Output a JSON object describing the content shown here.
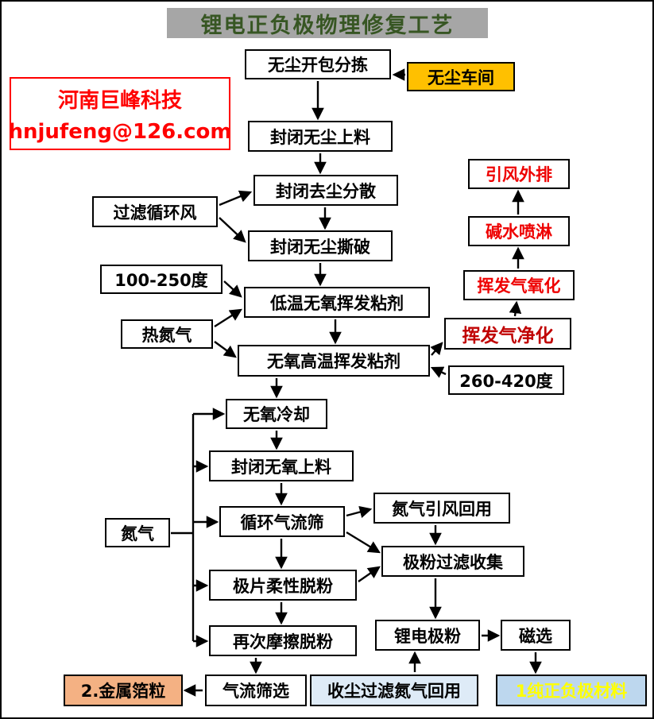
{
  "title": "锂电正负极物理修复工艺",
  "company": {
    "name": "河南巨峰科技",
    "email": "hnjufeng@126.com"
  },
  "colors": {
    "title_bg": "#a6a6a6",
    "title_text": "#375623",
    "company_red": "#ff0000",
    "red_text": "#ee0000",
    "dark_red_text": "#c00000",
    "workshop_fill": "#ffc000",
    "metal_foil_fill": "#f4b183",
    "dust_reuse_fill": "#deebf7",
    "pure_material_fill": "#bdd7ee",
    "pure_material_text": "#ffff00"
  },
  "nodes": {
    "dust_free_workshop": {
      "label": "无尘车间"
    },
    "unpack_sort": {
      "label": "无尘开包分拣"
    },
    "sealed_feeding": {
      "label": "封闭无尘上料"
    },
    "sealed_dust_dispersion": {
      "label": "封闭去尘分散"
    },
    "sealed_tearing": {
      "label": "封闭无尘撕破"
    },
    "filtered_circulating_air": {
      "label": "过滤循环风"
    },
    "temp_100_250": {
      "label": "100-250度"
    },
    "low_temp_volatilize": {
      "label": "低温无氧挥发粘剂"
    },
    "hot_nitrogen": {
      "label": "热氮气"
    },
    "high_temp_volatilize": {
      "label": "无氧高温挥发粘剂"
    },
    "temp_260_420": {
      "label": "260-420度"
    },
    "gas_purification": {
      "label": "挥发气净化"
    },
    "gas_oxidation": {
      "label": "挥发气氧化"
    },
    "alkali_spray": {
      "label": "碱水喷淋"
    },
    "exhaust": {
      "label": "引风外排"
    },
    "anaerobic_cooling": {
      "label": "无氧冷却"
    },
    "sealed_anaerobic_feeding": {
      "label": "封闭无氧上料"
    },
    "circulating_air_sieve": {
      "label": "循环气流筛"
    },
    "nitrogen_draft_reuse": {
      "label": "氮气引风回用"
    },
    "powder_filter_collect": {
      "label": "极粉过滤收集"
    },
    "flexible_depowder": {
      "label": "极片柔性脱粉"
    },
    "nitrogen": {
      "label": "氮气"
    },
    "friction_depowder": {
      "label": "再次摩擦脱粉"
    },
    "lithium_powder": {
      "label": "锂电极粉"
    },
    "magnetic_separation": {
      "label": "磁选"
    },
    "air_sieve_select": {
      "label": "气流筛选"
    },
    "metal_foil": {
      "label": "2.金属箔粒"
    },
    "dust_nitrogen_reuse": {
      "label": "收尘过滤氮气回用"
    },
    "pure_material": {
      "label": "1纯正负极材料"
    }
  },
  "edges": [
    {
      "from": "dust_free_workshop",
      "to": "unpack_sort"
    },
    {
      "from": "unpack_sort",
      "to": "sealed_feeding"
    },
    {
      "from": "sealed_feeding",
      "to": "sealed_dust_dispersion"
    },
    {
      "from": "sealed_dust_dispersion",
      "to": "sealed_tearing"
    },
    {
      "from": "filtered_circulating_air",
      "to": "sealed_dust_dispersion"
    },
    {
      "from": "filtered_circulating_air",
      "to": "sealed_tearing"
    },
    {
      "from": "sealed_tearing",
      "to": "low_temp_volatilize"
    },
    {
      "from": "temp_100_250",
      "to": "low_temp_volatilize"
    },
    {
      "from": "hot_nitrogen",
      "to": "low_temp_volatilize"
    },
    {
      "from": "hot_nitrogen",
      "to": "high_temp_volatilize"
    },
    {
      "from": "low_temp_volatilize",
      "to": "high_temp_volatilize"
    },
    {
      "from": "temp_260_420",
      "to": "high_temp_volatilize"
    },
    {
      "from": "high_temp_volatilize",
      "to": "gas_purification"
    },
    {
      "from": "gas_purification",
      "to": "gas_oxidation"
    },
    {
      "from": "gas_oxidation",
      "to": "alkali_spray"
    },
    {
      "from": "alkali_spray",
      "to": "exhaust"
    },
    {
      "from": "high_temp_volatilize",
      "to": "anaerobic_cooling"
    },
    {
      "from": "anaerobic_cooling",
      "to": "sealed_anaerobic_feeding"
    },
    {
      "from": "sealed_anaerobic_feeding",
      "to": "circulating_air_sieve"
    },
    {
      "from": "circulating_air_sieve",
      "to": "nitrogen_draft_reuse"
    },
    {
      "from": "nitrogen_draft_reuse",
      "to": "powder_filter_collect"
    },
    {
      "from": "circulating_air_sieve",
      "to": "powder_filter_collect"
    },
    {
      "from": "circulating_air_sieve",
      "to": "flexible_depowder"
    },
    {
      "from": "flexible_depowder",
      "to": "powder_filter_collect"
    },
    {
      "from": "flexible_depowder",
      "to": "friction_depowder"
    },
    {
      "from": "nitrogen",
      "to": "anaerobic_cooling"
    },
    {
      "from": "nitrogen",
      "to": "sealed_anaerobic_feeding"
    },
    {
      "from": "nitrogen",
      "to": "circulating_air_sieve"
    },
    {
      "from": "nitrogen",
      "to": "flexible_depowder"
    },
    {
      "from": "nitrogen",
      "to": "friction_depowder"
    },
    {
      "from": "friction_depowder",
      "to": "air_sieve_select"
    },
    {
      "from": "air_sieve_select",
      "to": "metal_foil"
    },
    {
      "from": "powder_filter_collect",
      "to": "lithium_powder"
    },
    {
      "from": "dust_nitrogen_reuse",
      "to": "lithium_powder"
    },
    {
      "from": "lithium_powder",
      "to": "magnetic_separation"
    },
    {
      "from": "magnetic_separation",
      "to": "pure_material"
    }
  ]
}
